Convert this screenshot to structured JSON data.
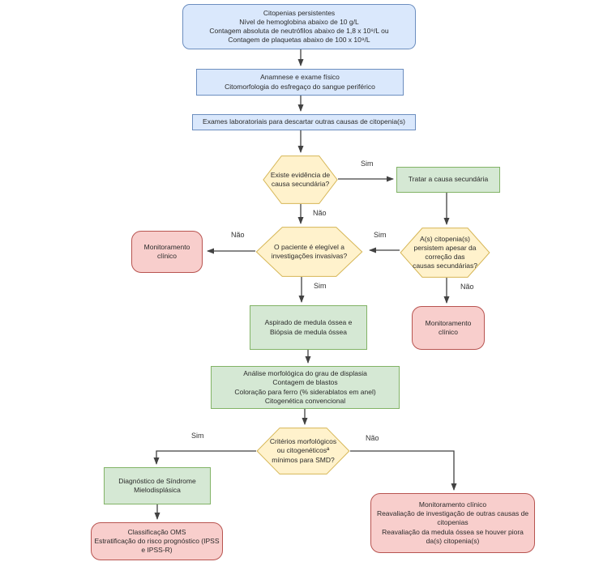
{
  "palette": {
    "blue_fill": "#dae8fc",
    "blue_stroke": "#6c8ebf",
    "yellow_fill": "#fff2cc",
    "yellow_stroke": "#d6b656",
    "green_fill": "#d5e8d4",
    "green_stroke": "#82b366",
    "red_fill": "#f8cecc",
    "red_stroke": "#b85450",
    "line_color": "#424242"
  },
  "nodes": {
    "cytopenias": {
      "label": "Citopenias persistentes\nNível de hemoglobina abaixo de 10 g/L\nContagem absoluta de neutrófilos abaixo de 1,8 x 10⁹/L ou\nContagem de plaquetas abaixo de 100 x 10⁹/L"
    },
    "anamnese": {
      "label": "Anamnese e exame físico\nCitomorfologia do esfregaço do sangue periférico"
    },
    "exames": {
      "label": "Exames laboratoriais para descartar outras causas de citopenia(s)"
    },
    "hex_causa_secundaria": {
      "label": "Existe evidência de\ncausa secundária?"
    },
    "tratar": {
      "label": "Tratar a causa secundária"
    },
    "monitoramento_1": {
      "label": "Monitoramento\nclínico"
    },
    "hex_elegivel": {
      "label": "O paciente é elegível a\ninvestigações invasivas?"
    },
    "hex_persistem": {
      "label": "A(s) citopenia(s)\npersistem apesar da\ncorreção das\ncausas secundárias?"
    },
    "aspirado": {
      "label": "Aspirado de medula óssea e\nBiópsia de medula óssea"
    },
    "monitoramento_2": {
      "label": "Monitoramento\nclínico"
    },
    "analise": {
      "label": "Análise morfológica do grau de displasia\nContagem de blastos\nColoração para ferro (% siderablatos em anel)\nCitogenética convencional"
    },
    "hex_criterios": {
      "label": "Critérios morfológicos\nou citogenéticosª\nmínimos para SMD?"
    },
    "diagnostico": {
      "label": "Diagnóstico de Síndrome\nMielodisplásica"
    },
    "classificacao": {
      "label": "Classificação OMS\nEstratificação do risco prognóstico (IPSS\ne IPSS-R)"
    },
    "monitoramento_3": {
      "label": "Monitoramento clínico\nReavaliação de investigação de outras causas de\ncitopenias\nReavaliação da medula óssea se houver piora\nda(s) citopenia(s)"
    }
  },
  "edge_labels": {
    "causa_sim": "Sim",
    "causa_nao": "Não",
    "persistem_sim": "Sim",
    "persistem_nao": "Não",
    "elegivel_nao": "Não",
    "elegivel_sim": "Sim",
    "criterios_sim": "Sim",
    "criterios_nao": "Não"
  }
}
